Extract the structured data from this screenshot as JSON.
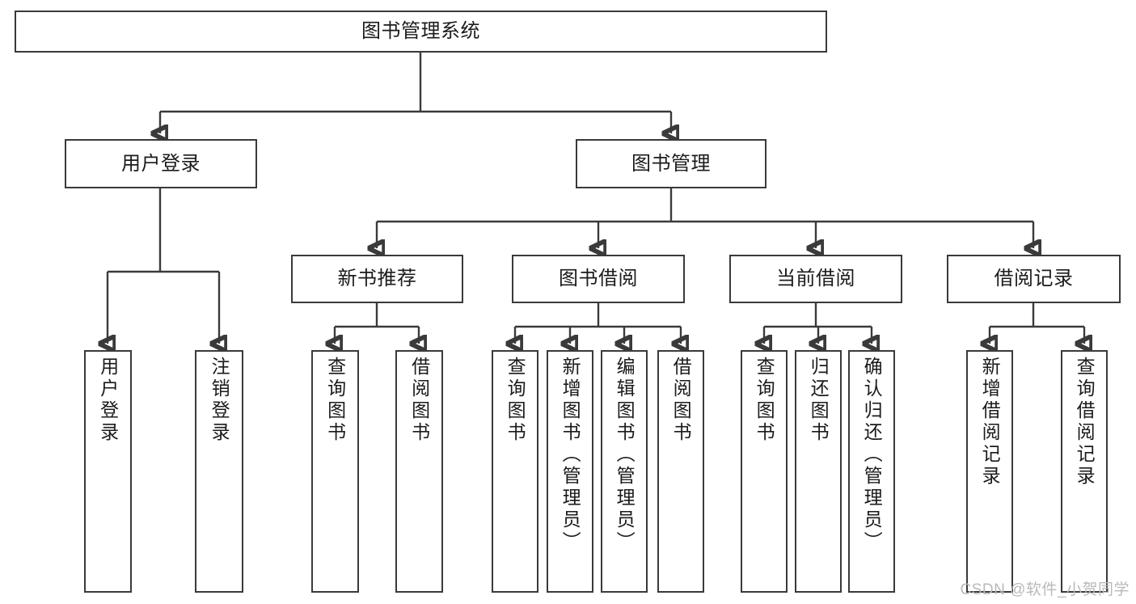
{
  "diagram": {
    "title": "图书管理系统",
    "root": {
      "label": "图书管理系统"
    },
    "level2": [
      {
        "label": "用户登录"
      },
      {
        "label": "图书管理"
      }
    ],
    "level3": [
      {
        "label": "新书推荐"
      },
      {
        "label": "图书借阅"
      },
      {
        "label": "当前借阅"
      },
      {
        "label": "借阅记录"
      }
    ],
    "leaves": {
      "user_login": [
        {
          "label": "用户登录"
        },
        {
          "label": "注销登录"
        }
      ],
      "new_book_recommend": [
        {
          "label": "查询图书"
        },
        {
          "label": "借阅图书"
        }
      ],
      "book_borrow": [
        {
          "label": "查询图书"
        },
        {
          "label": "新增图书（管理员）"
        },
        {
          "label": "编辑图书（管理员）"
        },
        {
          "label": "借阅图书"
        }
      ],
      "current_borrow": [
        {
          "label": "查询图书"
        },
        {
          "label": "归还图书"
        },
        {
          "label": "确认归还（管理员）"
        }
      ],
      "borrow_record": [
        {
          "label": "新增借阅记录"
        },
        {
          "label": "查询借阅记录"
        }
      ]
    }
  },
  "watermark": {
    "text": "CSDN @软件_小贺同学"
  },
  "colors": {
    "border": "#3a3a3a",
    "background": "#ffffff",
    "text": "#1b1b1b",
    "watermark": "#b9b9b9"
  }
}
